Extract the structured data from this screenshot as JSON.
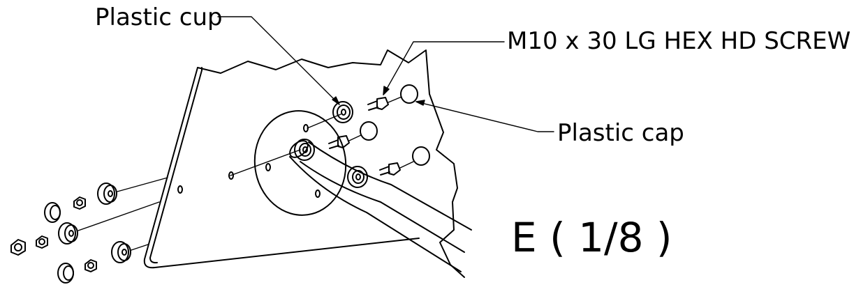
{
  "labels": {
    "plastic_cup": "Plastic cup",
    "screw": "M10 x 30 LG HEX HD SCREW",
    "plastic_cap": "Plastic cap",
    "step": "E ( 1/8 )"
  },
  "colors": {
    "line": "#000000",
    "background": "#ffffff"
  }
}
